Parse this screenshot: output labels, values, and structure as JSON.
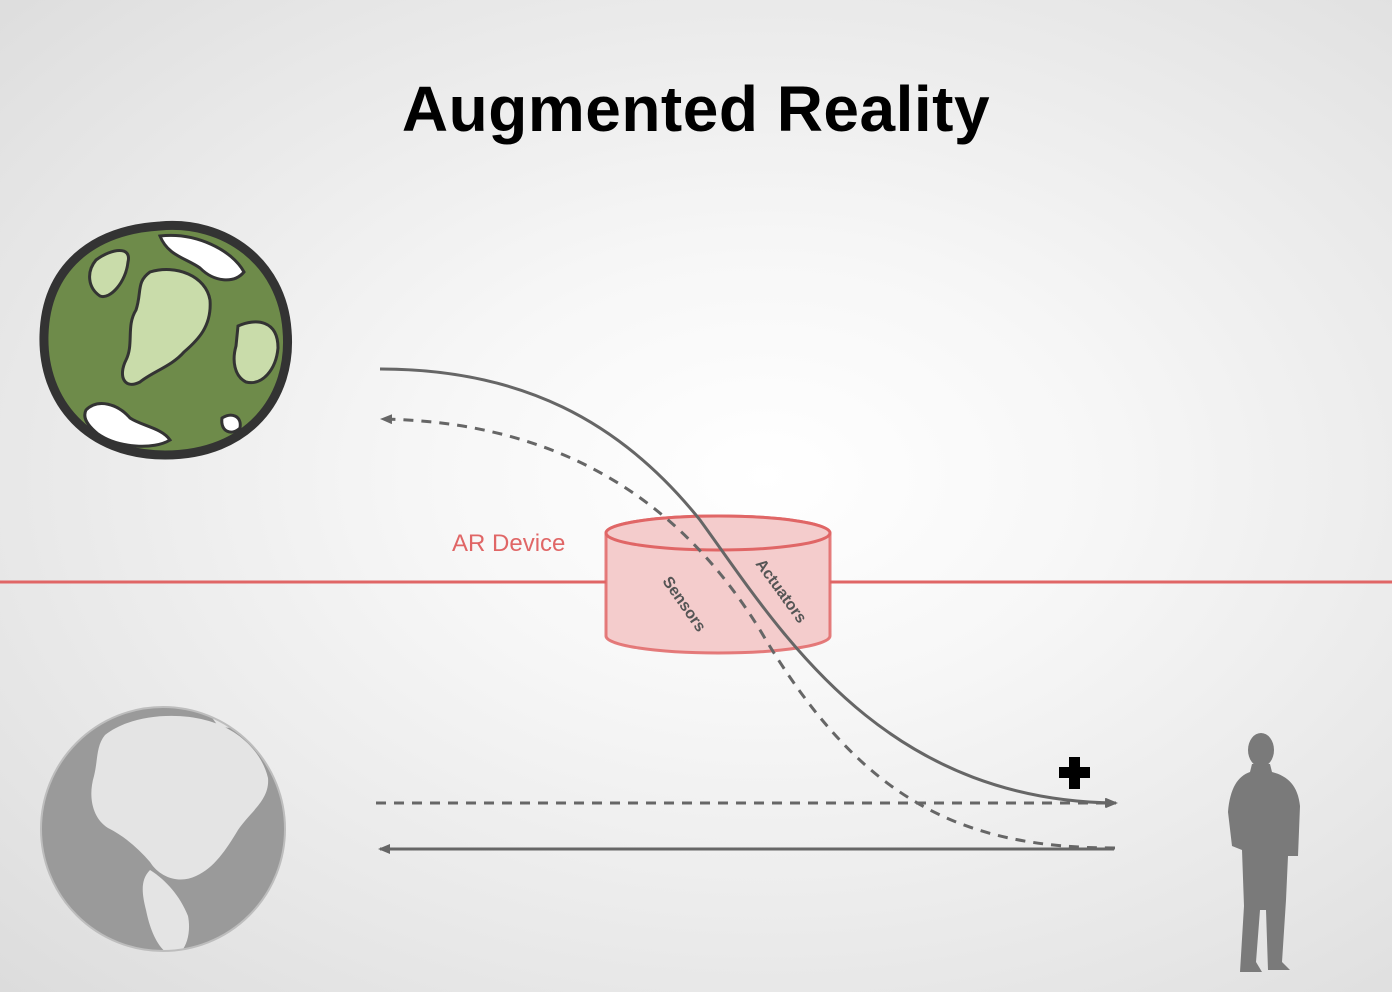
{
  "title": "Augmented Reality",
  "device": {
    "label": "AR Device",
    "sensors_label": "Sensors",
    "actuators_label": "Actuators"
  },
  "icons": {
    "real_world": "globe-photo-icon",
    "virtual_world": "cartoon-globe-icon",
    "user": "person-silhouette-icon",
    "augment": "plus-icon"
  },
  "colors": {
    "device": "#e06666",
    "device_fill": "#f4cccc",
    "arrows": "#666666",
    "virtual_globe": "#6e8b4a"
  }
}
